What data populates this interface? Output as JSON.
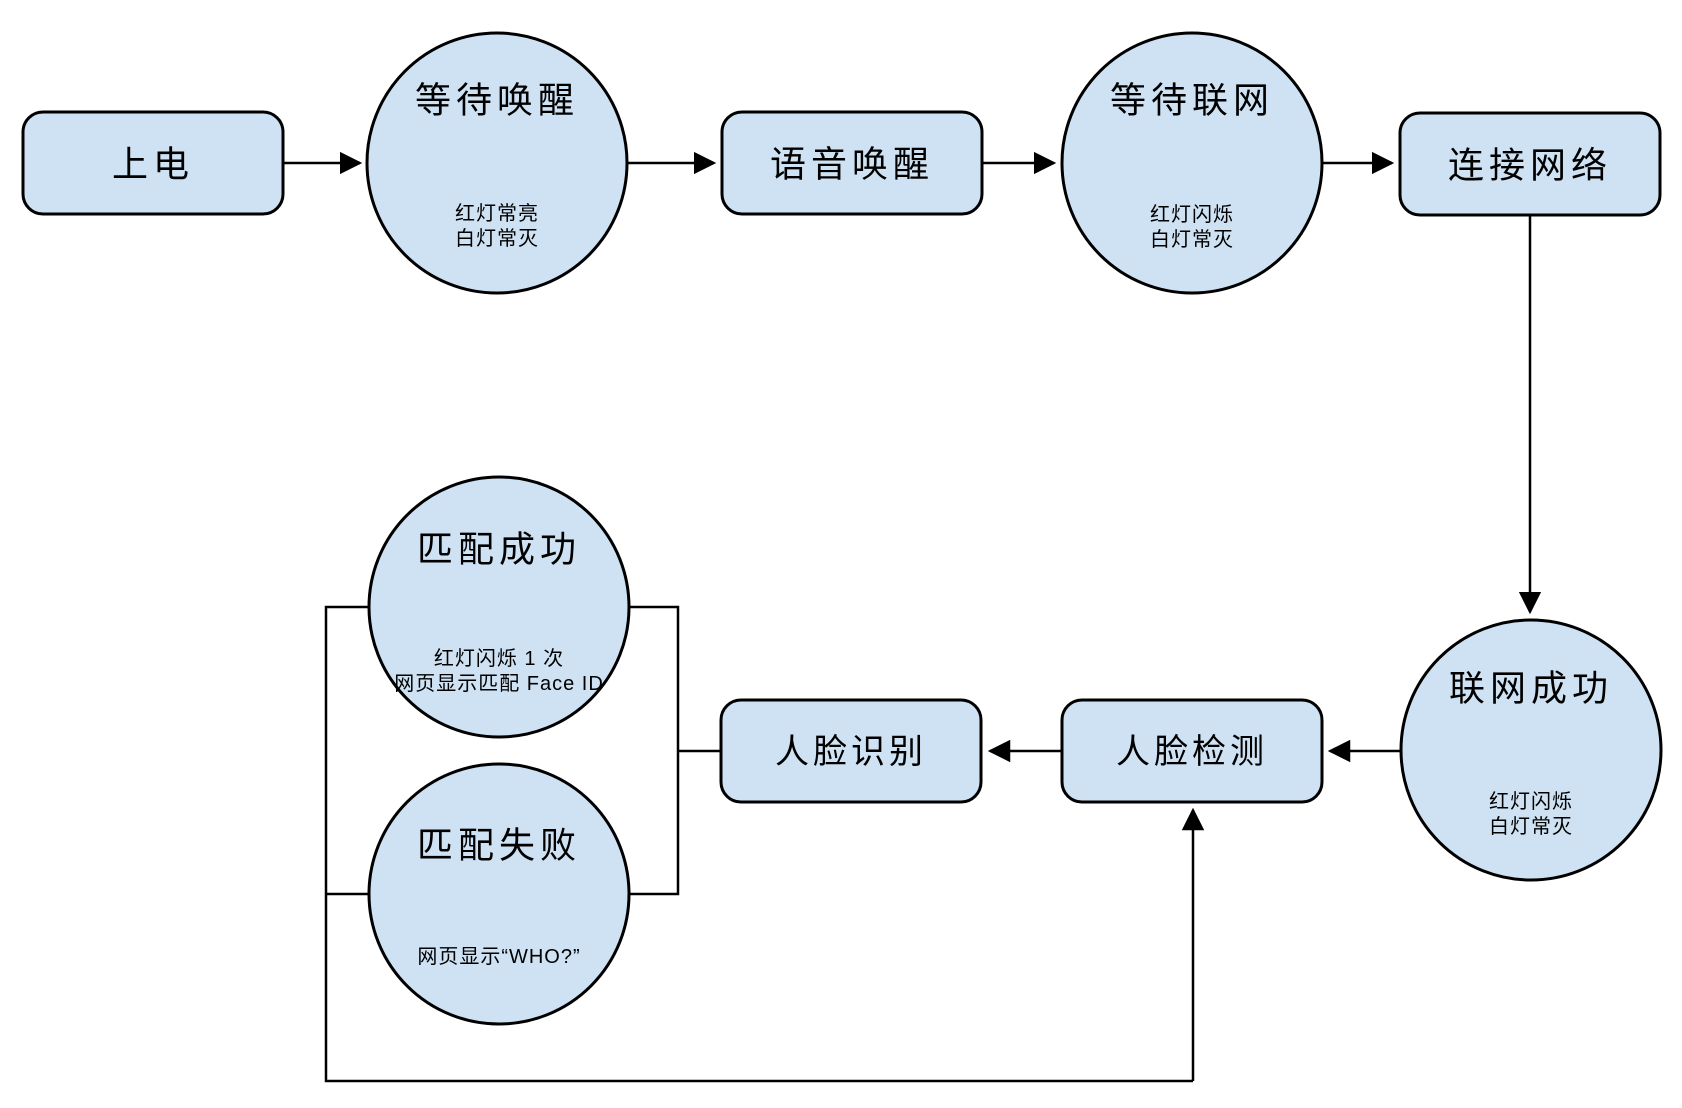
{
  "diagram": {
    "type": "flowchart",
    "colors": {
      "node_fill": "#cfe2f3",
      "node_stroke": "#000000",
      "edge_color": "#000000",
      "background": "#ffffff"
    },
    "nodes": {
      "power_on": {
        "label": "上电"
      },
      "wait_wake": {
        "label": "等待唤醒",
        "status_line1": "红灯常亮",
        "status_line2": "白灯常灭"
      },
      "voice_wake": {
        "label": "语音唤醒"
      },
      "wait_network": {
        "label": "等待联网",
        "status_line1": "红灯闪烁",
        "status_line2": "白灯常灭"
      },
      "connect_network": {
        "label": "连接网络"
      },
      "network_success": {
        "label": "联网成功",
        "status_line1": "红灯闪烁",
        "status_line2": "白灯常灭"
      },
      "face_detect": {
        "label": "人脸检测"
      },
      "face_recognize": {
        "label": "人脸识别"
      },
      "match_success": {
        "label": "匹配成功",
        "status_line1": "红灯闪烁 1 次",
        "status_line2": "网页显示匹配 Face ID"
      },
      "match_fail": {
        "label": "匹配失败",
        "status_line1": "网页显示“WHO?”"
      }
    }
  }
}
